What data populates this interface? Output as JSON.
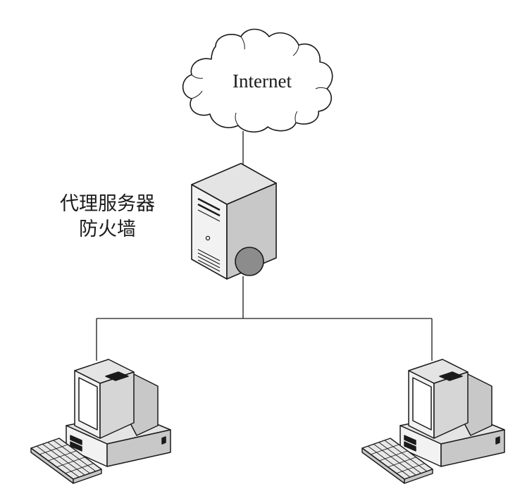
{
  "cloud": {
    "label": "Internet"
  },
  "proxy": {
    "label_line1": "代理服务器",
    "label_line2": "防火墙"
  },
  "colors": {
    "stroke": "#1a1a1a",
    "case_front": "#f2f2f2",
    "case_side": "#c8c8c8",
    "case_top": "#e4e4e4",
    "firewall_disc": "#8c8c8c",
    "monitor_screen": "#ffffff",
    "keyboard": "#e8e8e8"
  },
  "icons": [
    "cloud-icon",
    "server-icon",
    "firewall-disc-icon",
    "workstation-icon",
    "keyboard-icon"
  ]
}
